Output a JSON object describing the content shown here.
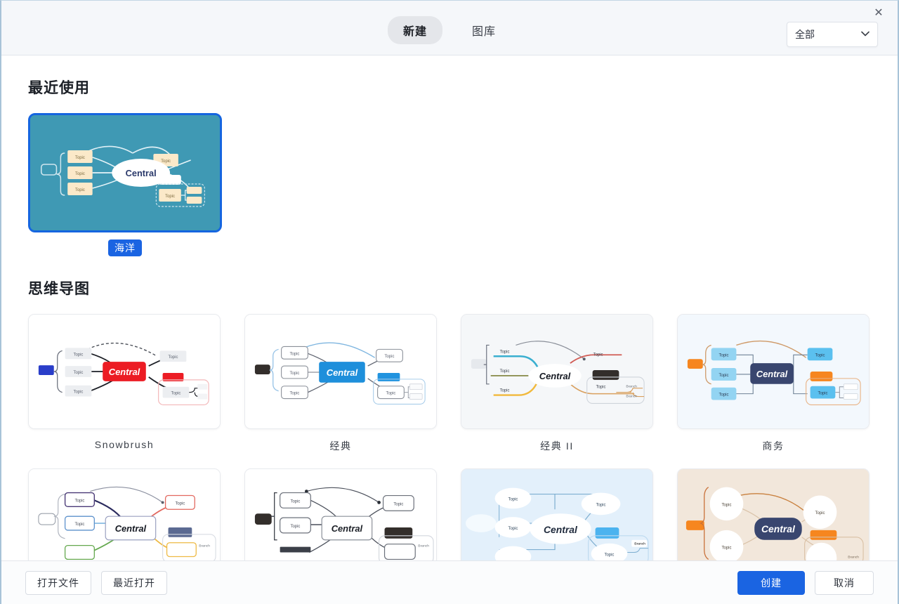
{
  "window": {
    "close_label": "✕"
  },
  "header": {
    "tabs": [
      {
        "label": "新建",
        "active": true
      },
      {
        "label": "图库",
        "active": false
      }
    ],
    "filter": {
      "value": "全部",
      "chevron": "⌄",
      "icon": "chevron-down-icon"
    }
  },
  "sections": [
    {
      "id": "recent",
      "title": "最近使用",
      "items": [
        {
          "name": "海洋",
          "selected": true,
          "theme": "ocean"
        }
      ]
    },
    {
      "id": "mindmap",
      "title": "思维导图",
      "items": [
        {
          "name": "Snowbrush",
          "theme": "snowbrush"
        },
        {
          "name": "经典",
          "theme": "classic"
        },
        {
          "name": "经典 II",
          "theme": "classic2"
        },
        {
          "name": "商务",
          "theme": "business"
        },
        {
          "name": "",
          "theme": "colorline"
        },
        {
          "name": "",
          "theme": "mono"
        },
        {
          "name": "",
          "theme": "cloud"
        },
        {
          "name": "",
          "theme": "cream"
        }
      ]
    }
  ],
  "node_labels": {
    "central": "Central",
    "topic": "Topic",
    "subtopic": "Branch"
  },
  "footer": {
    "open_file": "打开文件",
    "recent_open": "最近打开",
    "create": "创建",
    "cancel": "取消"
  },
  "colors": {
    "primary": "#1a64e2",
    "ocean_bg": "#3f99b4",
    "snowbrush_central": "#ec1c24",
    "classic_central": "#1e8fdb",
    "business_central": "#39466f",
    "business_accent": "#f6861f",
    "cream_bg": "#f2e7db"
  }
}
